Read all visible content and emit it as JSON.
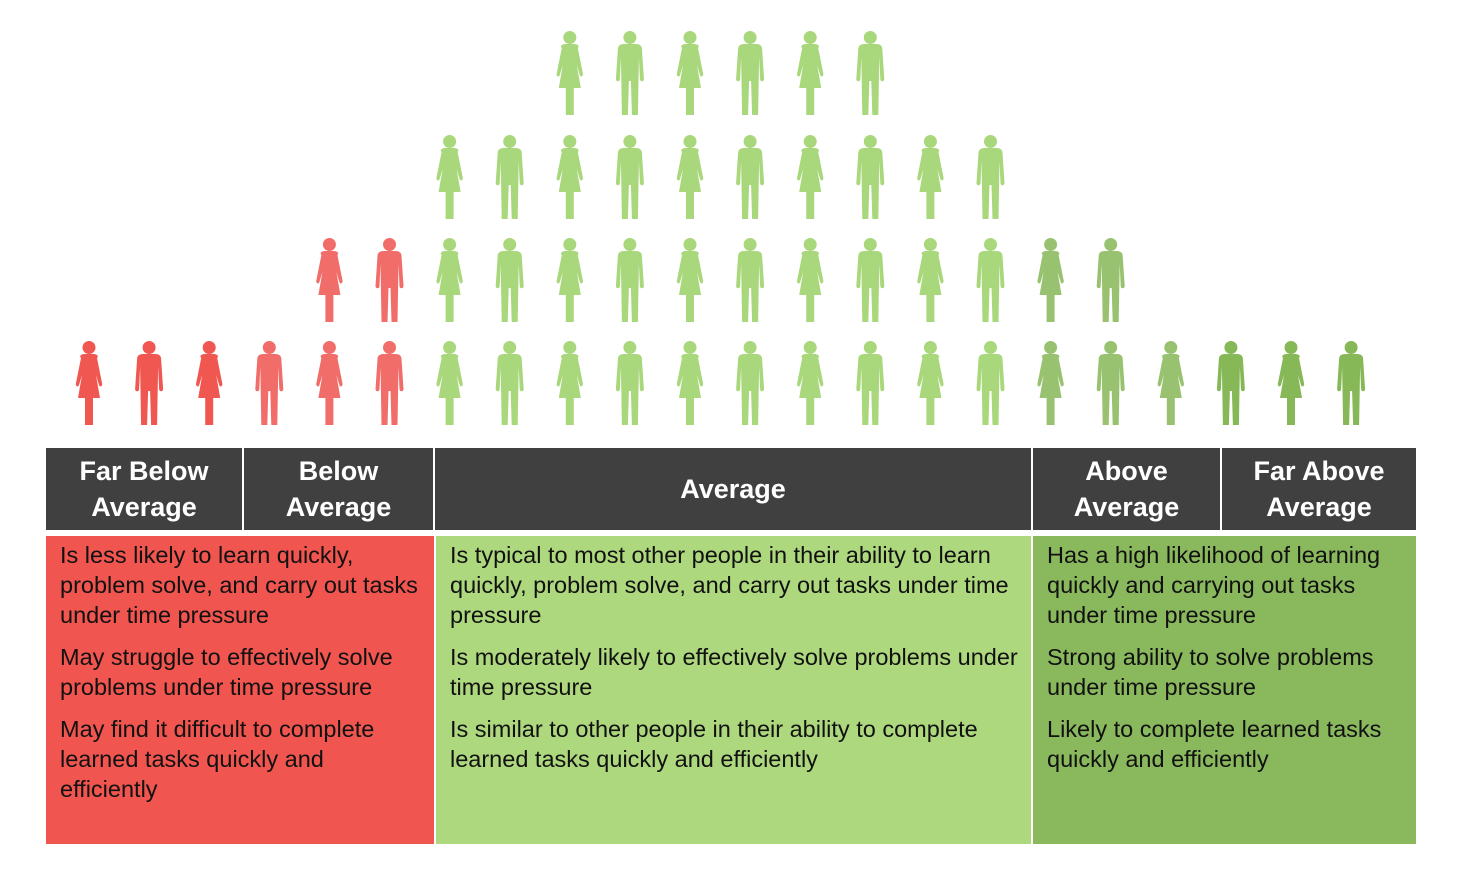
{
  "colors": {
    "red_dark": "#ef5750",
    "red_light": "#f06d6a",
    "green_light": "#a9d77b",
    "green_mid": "#98c26f",
    "green_dark": "#86b857",
    "header_bg": "#404040",
    "panel_red": "#f0554f",
    "panel_green": "#aed87d",
    "panel_dark_green": "#8ab85d"
  },
  "icons": {
    "female": "woman-icon",
    "male": "man-icon"
  },
  "figure_rows": [
    {
      "row": 4,
      "columns": [
        8,
        9,
        10,
        11,
        12,
        13
      ],
      "kinds": [
        "f",
        "m",
        "f",
        "m",
        "f",
        "m"
      ],
      "tones": [
        "gl",
        "gl",
        "gl",
        "gl",
        "gl",
        "gl"
      ]
    },
    {
      "row": 3,
      "columns": [
        6,
        7,
        8,
        9,
        10,
        11,
        12,
        13,
        14,
        15
      ],
      "kinds": [
        "f",
        "m",
        "f",
        "m",
        "f",
        "m",
        "f",
        "m",
        "f",
        "m"
      ],
      "tones": [
        "gl",
        "gl",
        "gl",
        "gl",
        "gl",
        "gl",
        "gl",
        "gl",
        "gl",
        "gl"
      ]
    },
    {
      "row": 2,
      "columns": [
        4,
        5,
        6,
        7,
        8,
        9,
        10,
        11,
        12,
        13,
        14,
        15,
        16,
        17
      ],
      "kinds": [
        "f",
        "m",
        "f",
        "m",
        "f",
        "m",
        "f",
        "m",
        "f",
        "m",
        "f",
        "m",
        "f",
        "m"
      ],
      "tones": [
        "rl",
        "rl",
        "gl",
        "gl",
        "gl",
        "gl",
        "gl",
        "gl",
        "gl",
        "gl",
        "gl",
        "gl",
        "gm",
        "gm"
      ]
    },
    {
      "row": 1,
      "columns": [
        0,
        1,
        2,
        3,
        4,
        5,
        6,
        7,
        8,
        9,
        10,
        11,
        12,
        13,
        14,
        15,
        16,
        17,
        18,
        19,
        20,
        21
      ],
      "kinds": [
        "f",
        "m",
        "f",
        "m",
        "f",
        "m",
        "f",
        "m",
        "f",
        "m",
        "f",
        "m",
        "f",
        "m",
        "f",
        "m",
        "f",
        "m",
        "f",
        "m",
        "f",
        "m"
      ],
      "tones": [
        "rd",
        "rd",
        "rd",
        "rl",
        "rl",
        "rl",
        "gl",
        "gl",
        "gl",
        "gl",
        "gl",
        "gl",
        "gl",
        "gl",
        "gl",
        "gl",
        "gm",
        "gm",
        "gm",
        "gd",
        "gd",
        "gd"
      ]
    }
  ],
  "headers": {
    "far_below": [
      "Far Below",
      "Average"
    ],
    "below": [
      "Below",
      "Average"
    ],
    "average": [
      "Average"
    ],
    "above": [
      "Above",
      "Average"
    ],
    "far_above": [
      "Far Above",
      "Average"
    ]
  },
  "panels": {
    "below": [
      "Is less likely to learn quickly, problem solve, and carry out tasks under time pressure",
      "May struggle to effectively solve problems under time pressure",
      "May find it difficult to complete learned tasks quickly and efficiently"
    ],
    "average": [
      "Is typical to most other people in their ability to learn quickly, problem solve, and carry out tasks under time pressure",
      "Is moderately likely to effectively solve problems under time pressure",
      "Is similar to other people in their ability to complete learned tasks quickly and efficiently"
    ],
    "above": [
      "Has a high likelihood of learning quickly and carrying out tasks under time pressure",
      "Strong ability to solve problems under time pressure",
      "Likely to complete learned tasks quickly and efficiently"
    ]
  }
}
